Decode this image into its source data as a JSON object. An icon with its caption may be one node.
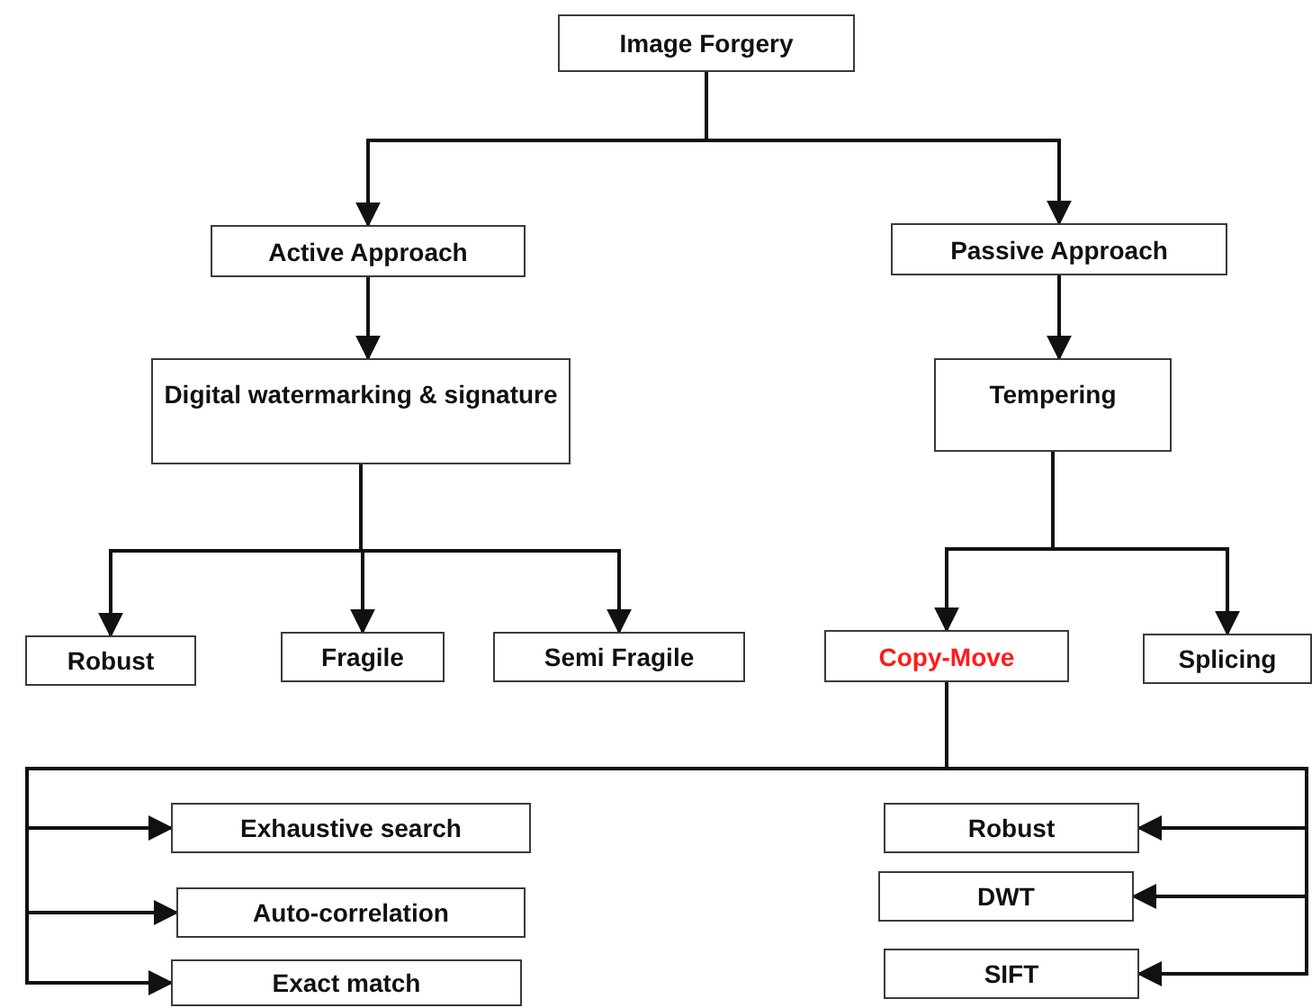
{
  "diagram": {
    "nodes": [
      {
        "text": [
          "Image Forgery"
        ]
      },
      {
        "text": [
          "Active Approach"
        ]
      },
      {
        "text": [
          "Passive Approach"
        ]
      },
      {
        "text": [
          "Digital watermarking & signature"
        ]
      },
      {
        "text": [
          "Tempering"
        ]
      },
      {
        "text": [
          "Robust"
        ]
      },
      {
        "text": [
          "Fragile"
        ]
      },
      {
        "text": [
          "Semi Fragile"
        ]
      },
      {
        "text": [
          "Copy-Move"
        ]
      },
      {
        "text": [
          "Splicing"
        ]
      },
      {
        "text": [
          "Exhaustive search"
        ]
      },
      {
        "text": [
          "Auto-correlation"
        ]
      },
      {
        "text": [
          "Exact match"
        ]
      },
      {
        "text": [
          "Robust"
        ]
      },
      {
        "text": [
          "DWT"
        ]
      },
      {
        "text": [
          "SIFT"
        ]
      }
    ],
    "edges": [
      {
        "from": 0,
        "to": 1,
        "arrow": "to"
      },
      {
        "from": 0,
        "to": 2,
        "arrow": "to"
      },
      {
        "from": 1,
        "to": 3,
        "arrow": "to"
      },
      {
        "from": 2,
        "to": 4,
        "arrow": "to"
      },
      {
        "from": 3,
        "to": 5,
        "arrow": "to"
      },
      {
        "from": 3,
        "to": 6,
        "arrow": "to"
      },
      {
        "from": 3,
        "to": 7,
        "arrow": "to"
      },
      {
        "from": 4,
        "to": 8,
        "arrow": "to"
      },
      {
        "from": 4,
        "to": 9,
        "arrow": "to"
      },
      {
        "from": 8,
        "to": 10,
        "arrow": "to"
      },
      {
        "from": 8,
        "to": 11,
        "arrow": "to"
      },
      {
        "from": 8,
        "to": 12,
        "arrow": "to"
      },
      {
        "from": 8,
        "to": 13,
        "arrow": "to"
      },
      {
        "from": 8,
        "to": 14,
        "arrow": "to"
      },
      {
        "from": 8,
        "to": 15,
        "arrow": "to"
      }
    ]
  }
}
